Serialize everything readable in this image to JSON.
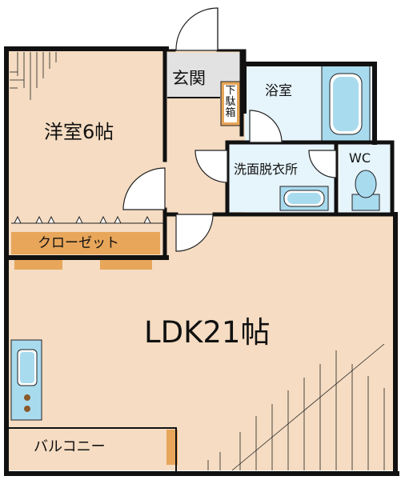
{
  "rooms": {
    "western_room": "洋室6帖",
    "entrance": "玄関",
    "shoe_cabinet": "下駄箱",
    "bathroom": "浴室",
    "washroom": "洗面脱衣所",
    "toilet": "WC",
    "closet": "クローゼット",
    "ldk": "LDK21帖",
    "balcony": "バルコニー"
  },
  "colors": {
    "wall": "#111111",
    "floor": "#f5dcc2",
    "entrance_floor": "#e2e2e2",
    "wet_area": "#e6f4fb",
    "fixture_blue": "#a9dbef",
    "accent_orange": "#e8a65a"
  }
}
